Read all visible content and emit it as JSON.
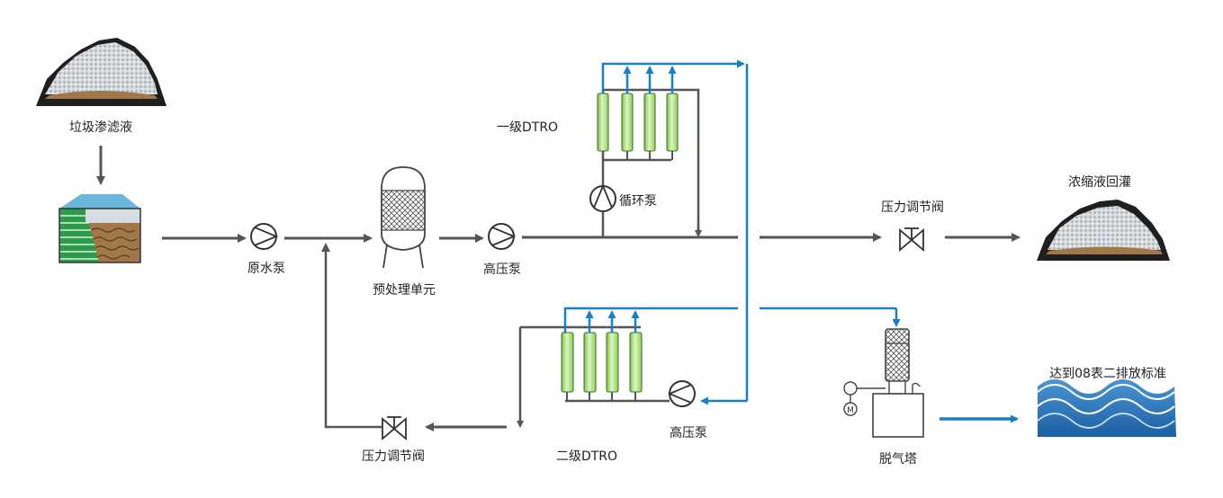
{
  "labels": {
    "landfill_leachate": "垃圾渗滤液",
    "raw_water_pump": "原水泵",
    "pretreatment_unit": "预处理单元",
    "high_pressure_pump_1": "高压泵",
    "stage1_dtro": "一级DTRO",
    "circulation_pump": "循环泵",
    "pressure_valve_top": "压力调节阀",
    "concentrate_recharge": "浓缩液回灌",
    "stage2_dtro": "二级DTRO",
    "high_pressure_pump_2": "高压泵",
    "pressure_valve_bottom": "压力调节阀",
    "degassing_tower": "脱气塔",
    "discharge_standard": "达到08表二排放标准",
    "motor_symbol": "M"
  },
  "colors": {
    "pipe_gray": "#555555",
    "pipe_blue": "#1a7ec3",
    "membrane_green": "#a6dc72",
    "water_blue": "#2f7cc0",
    "soil_brown": "#a0784a",
    "pile_gray": "#c7ced4"
  }
}
